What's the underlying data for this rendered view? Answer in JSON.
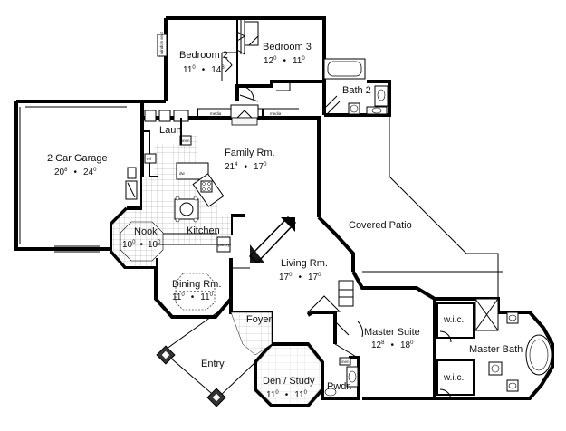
{
  "rooms": {
    "bedroom2": {
      "name": "Bedroom 2",
      "w": "11",
      "w_in": "0",
      "d": "14",
      "d_in": "8"
    },
    "bedroom3": {
      "name": "Bedroom 3",
      "w": "12",
      "w_in": "0",
      "d": "11",
      "d_in": "0"
    },
    "bath2": {
      "name": "Bath 2"
    },
    "garage": {
      "name": "2 Car Garage",
      "w": "20",
      "w_in": "8",
      "d": "24",
      "d_in": "0"
    },
    "laundry": {
      "name": "Laun"
    },
    "family": {
      "name": "Family Rm.",
      "w": "21",
      "w_in": "4",
      "d": "17",
      "d_in": "0"
    },
    "kitchen": {
      "name": "Kitchen"
    },
    "nook": {
      "name": "Nook",
      "w": "10",
      "w_in": "0",
      "d": "10",
      "d_in": "0"
    },
    "dining": {
      "name": "Dining Rm.",
      "w": "11",
      "w_in": "0",
      "d": "11",
      "d_in": "0"
    },
    "living": {
      "name": "Living Rm.",
      "w": "17",
      "w_in": "0",
      "d": "17",
      "d_in": "0"
    },
    "patio": {
      "name": "Covered Patio"
    },
    "foyer": {
      "name": "Foyer"
    },
    "entry": {
      "name": "Entry"
    },
    "den": {
      "name": "Den / Study",
      "w": "11",
      "w_in": "0",
      "d": "11",
      "d_in": "0"
    },
    "powder": {
      "name": "Pwdr."
    },
    "master_suite": {
      "name": "Master Suite",
      "w": "12",
      "w_in": "8",
      "d": "18",
      "d_in": "0"
    },
    "wic_top": {
      "name": "w.i.c."
    },
    "wic_bottom": {
      "name": "w.i.c."
    },
    "master_bath": {
      "name": "Master Bath"
    }
  },
  "fixtures": {
    "media_left": "media",
    "media_right": "media",
    "window_seat": "window seat",
    "linen": "linen",
    "pantry": "pantry",
    "ref": "ref",
    "dw": "dw",
    "linen_bath": "linen"
  },
  "separator": "•"
}
